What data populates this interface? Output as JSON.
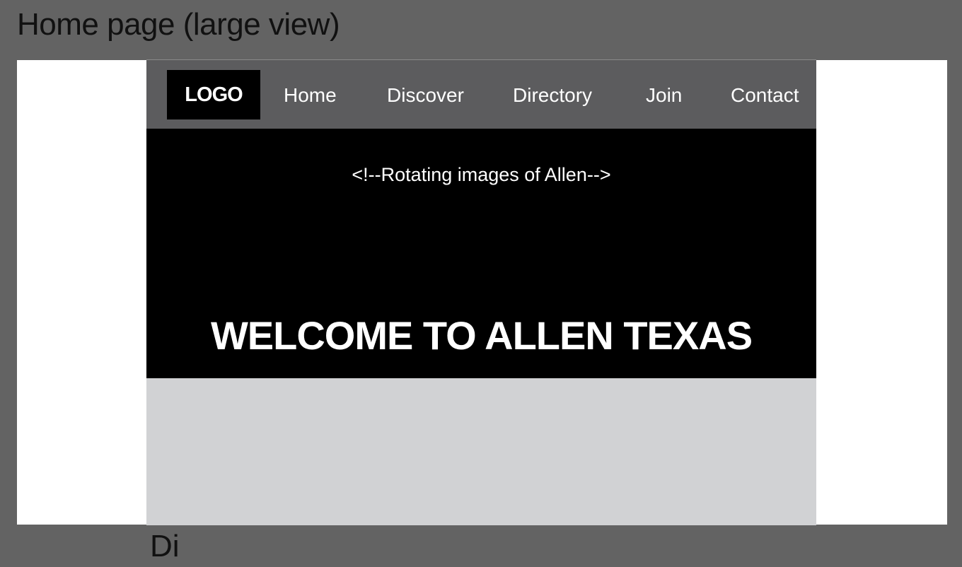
{
  "board": {
    "title": "Home page (large view)",
    "next_title_partial": "Di"
  },
  "nav": {
    "logo": "LOGO",
    "items": [
      "Home",
      "Discover",
      "Directory",
      "Join",
      "Contact"
    ]
  },
  "hero": {
    "comment": "<!--Rotating images of Allen-->",
    "heading": "WELCOME TO ALLEN TEXAS"
  },
  "colors": {
    "canvas_bg": "#636363",
    "artboard_bg": "#ffffff",
    "navbar_bg": "#5c5c5e",
    "logo_bg": "#000000",
    "hero_bg": "#000000",
    "content_bg": "#d1d2d4",
    "text_light": "#ffffff",
    "text_dark": "#111111"
  }
}
